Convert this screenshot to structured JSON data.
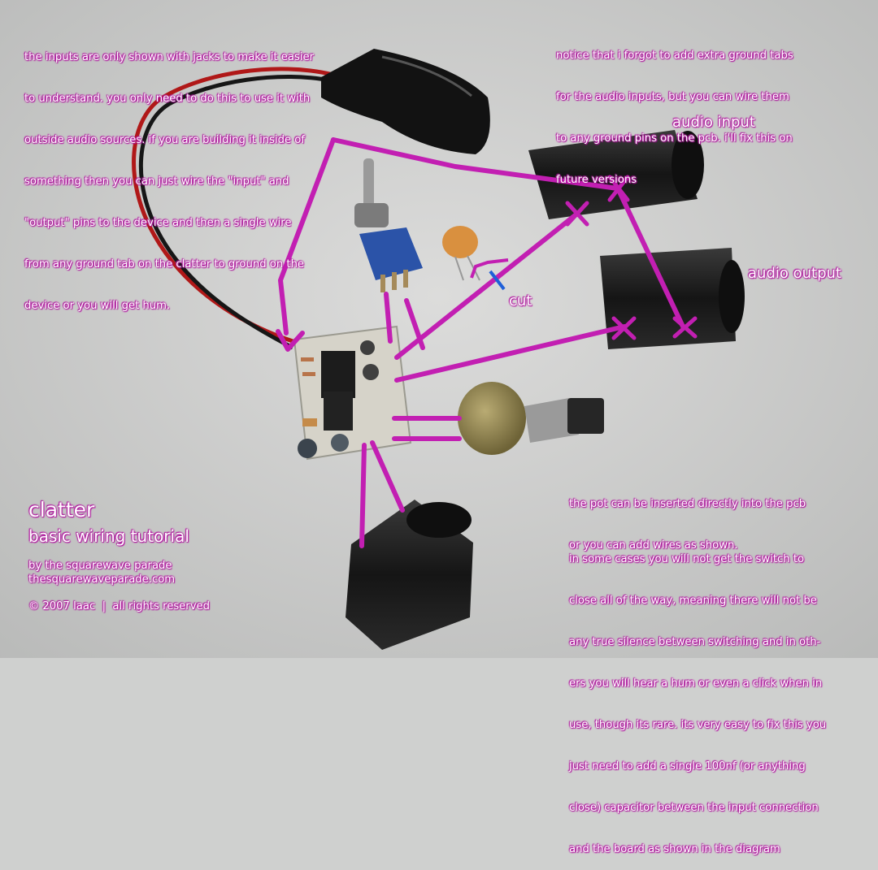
{
  "colors": {
    "annotation": "#c21fb2",
    "cut_mark": "#1f5fd8",
    "background": "#cfd0cf"
  },
  "notes": {
    "inputs_note": [
      "the inputs are only shown with jacks to make it easier",
      "to understand. you only need to do this to use it with",
      "outside audio sources. if you are building it inside of",
      "something then you can just wire the \"input\" and",
      "\"output\" pins to the device and then a single wire",
      "from any ground tab on the clatter to ground on the",
      "device or you will get hum."
    ],
    "ground_note": [
      "notice that i forgot to add extra ground tabs",
      "for the audio inputs, but you can wire them",
      "to any ground pins on the pcb. i'll fix this on",
      "future versions"
    ],
    "pot_note": [
      "the pot can be inserted directly into the pcb",
      "or you can add wires as shown."
    ],
    "switch_note": [
      "in some cases you will not get the switch to",
      "close all of the way, meaning there will not be",
      "any true silence between switching and in oth-",
      "ers you will hear a hum or even a click when in",
      "use, though its rare. its very easy to fix this you",
      "just need to add a single 100nf (or anything",
      "close) capacitor between the input connection",
      "and the board as shown in the diagram"
    ]
  },
  "labels": {
    "audio_input": "audio input",
    "audio_output": "audio output",
    "cut": "cut"
  },
  "credits": {
    "title": "clatter",
    "subtitle": "basic wiring tutorial",
    "byline": "by the squarewave parade",
    "website": "thesquarewaveparade.com",
    "copyright": "© 2007 laac  |  all rights reserved"
  },
  "icons": {
    "battery_clip": "battery-clip-icon",
    "toggle_switch": "toggle-switch-icon",
    "capacitor": "capacitor-icon",
    "pcb": "pcb-board-icon",
    "potentiometer": "potentiometer-icon",
    "jack": "audio-jack-icon"
  }
}
